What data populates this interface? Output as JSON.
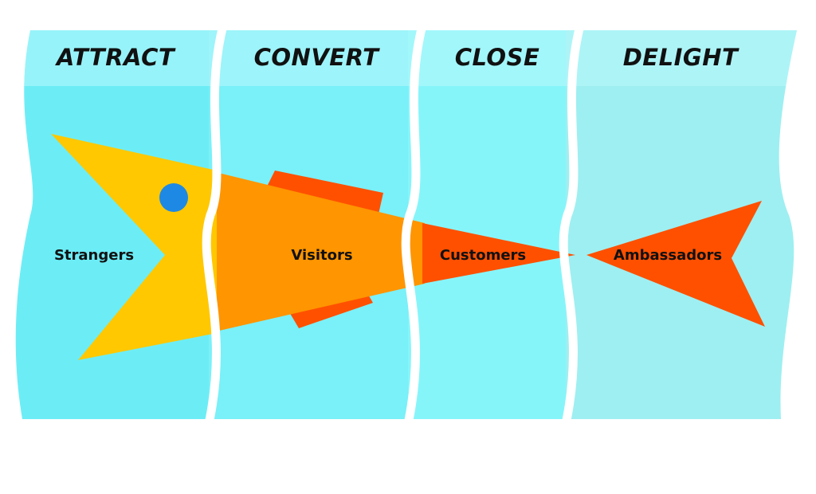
{
  "colors": {
    "band_attract": "#6CEDF6",
    "band_convert": "#7AF0F8",
    "band_close": "#86F5FA",
    "band_delight": "#9EEFF1",
    "header_tint": "#B9F7FB",
    "fish_head": "#FFC800",
    "fish_body": "#FF9500",
    "fish_fin": "#FF5000",
    "fish_eye": "#1E88E5",
    "background": "#FFFFFF"
  },
  "stages": [
    {
      "title": "ATTRACT",
      "label": "Strangers"
    },
    {
      "title": "CONVERT",
      "label": "Visitors"
    },
    {
      "title": "CLOSE",
      "label": "Customers"
    },
    {
      "title": "DELIGHT",
      "label": "Ambassadors"
    }
  ]
}
